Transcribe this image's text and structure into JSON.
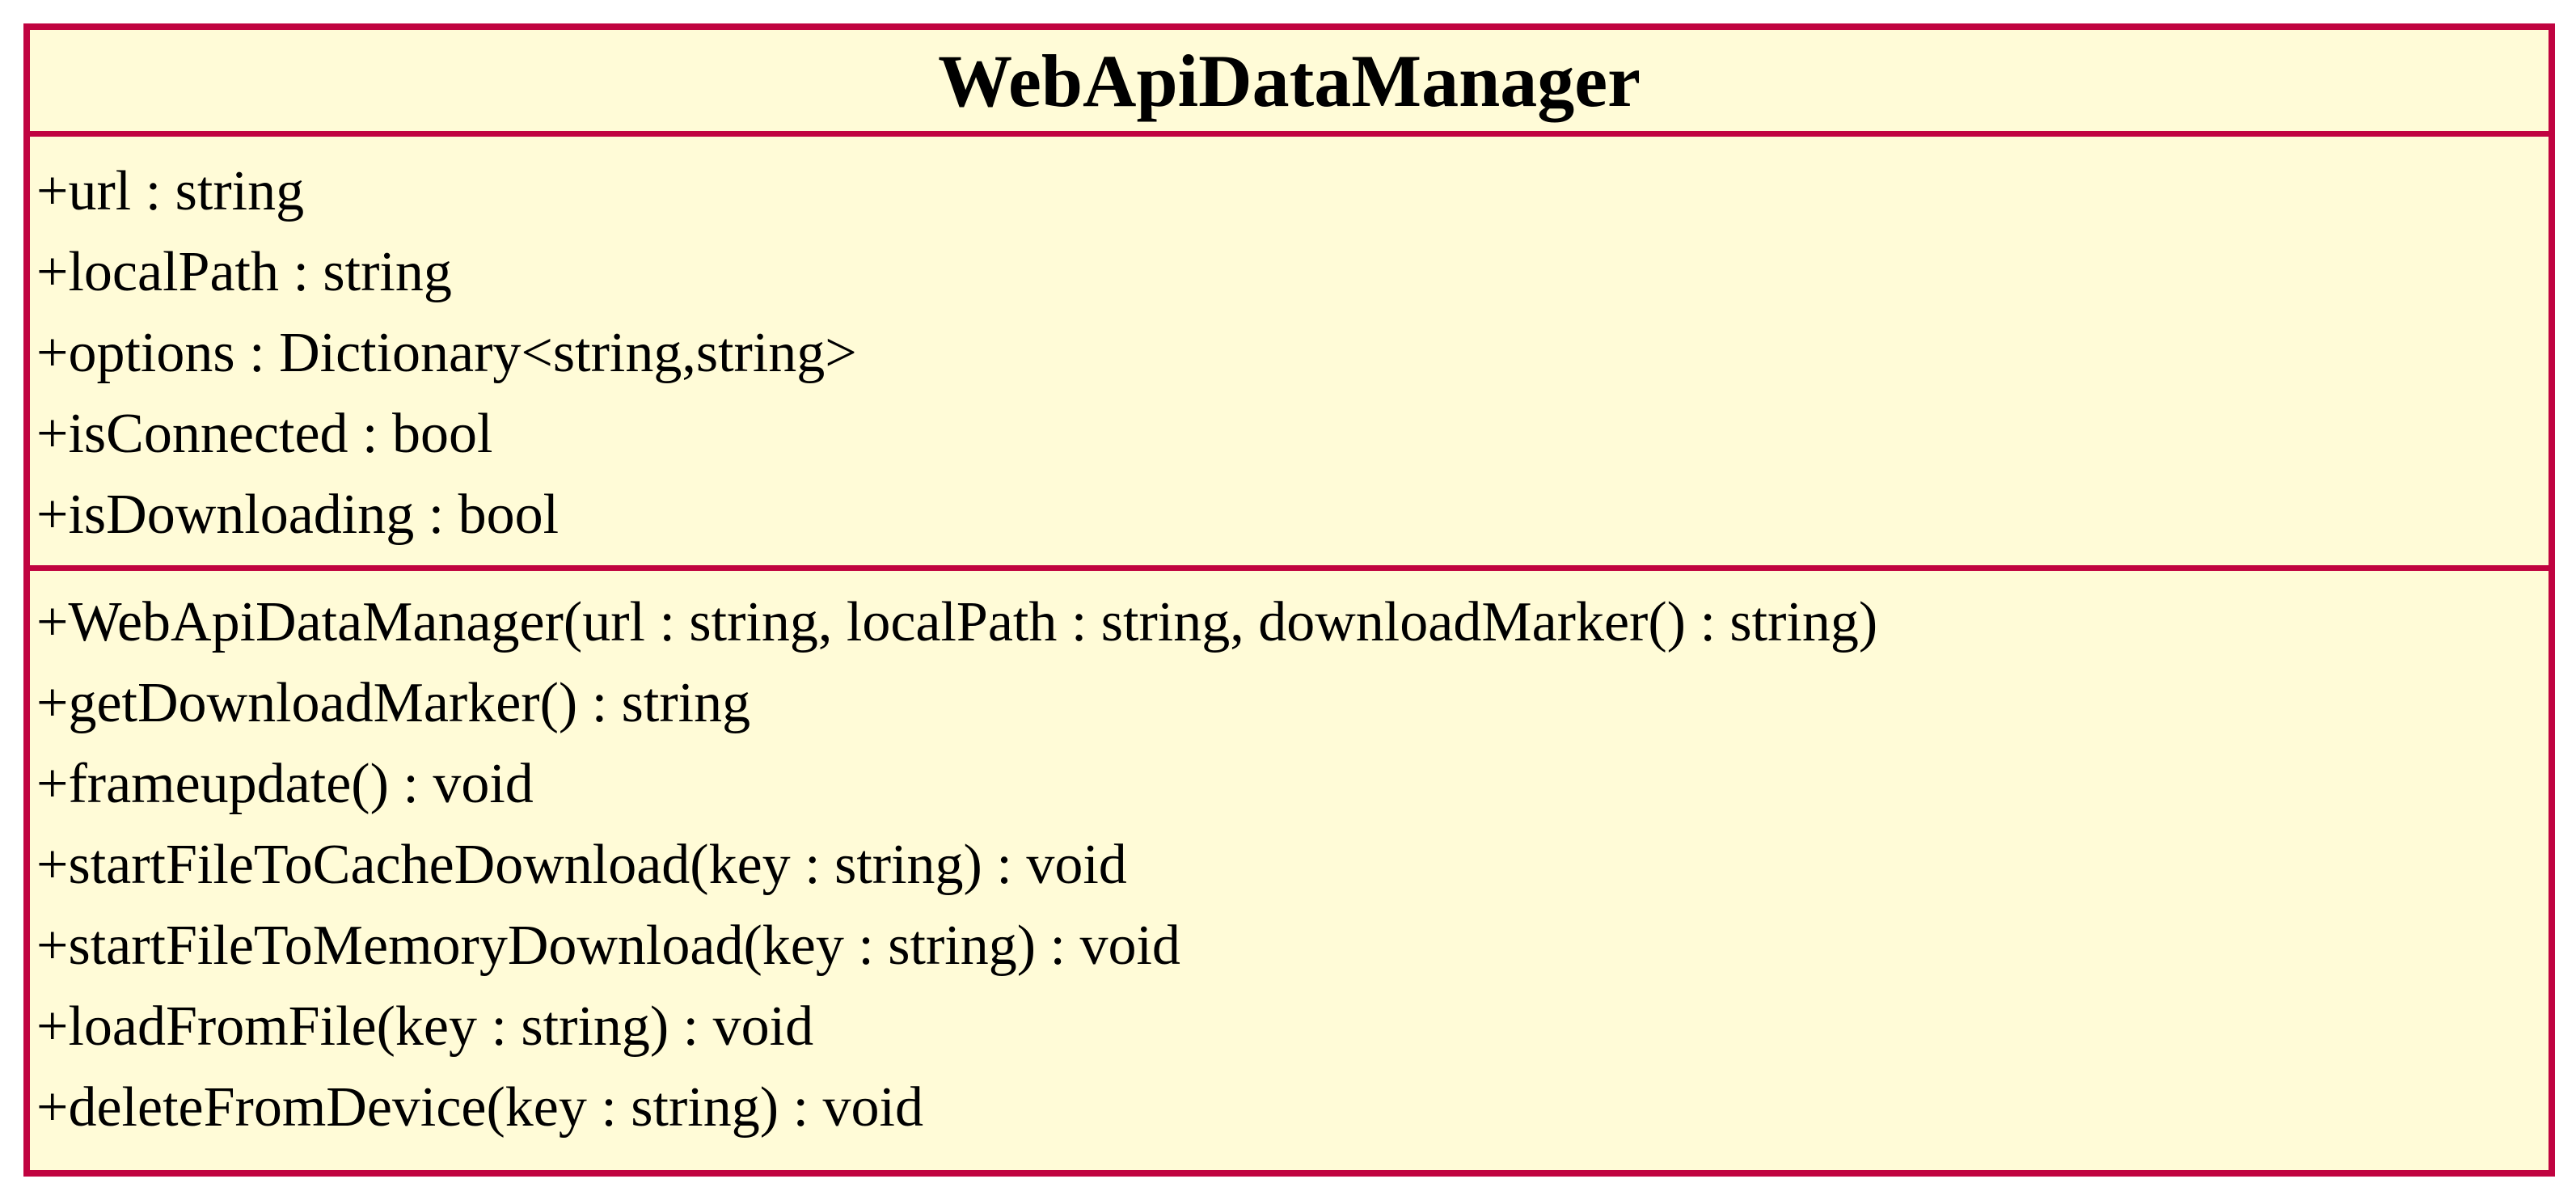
{
  "diagram": {
    "type": "uml-class-diagram",
    "class_name": "WebApiDataManager",
    "attributes": [
      "+url : string",
      "+localPath : string",
      "+options : Dictionary<string,string>",
      "+isConnected : bool",
      "+isDownloading : bool"
    ],
    "methods": [
      "+WebApiDataManager(url : string, localPath : string, downloadMarker() : string)",
      "+getDownloadMarker() : string",
      "+frameupdate() : void",
      "+startFileToCacheDownload(key : string) : void",
      "+startFileToMemoryDownload(key : string) : void",
      "+loadFromFile(key : string) : void",
      "+deleteFromDevice(key : string) : void"
    ],
    "colors": {
      "border": "#C00340",
      "fill": "#FFFBD7",
      "text": "#000000",
      "background": "#FFFFFF"
    }
  }
}
